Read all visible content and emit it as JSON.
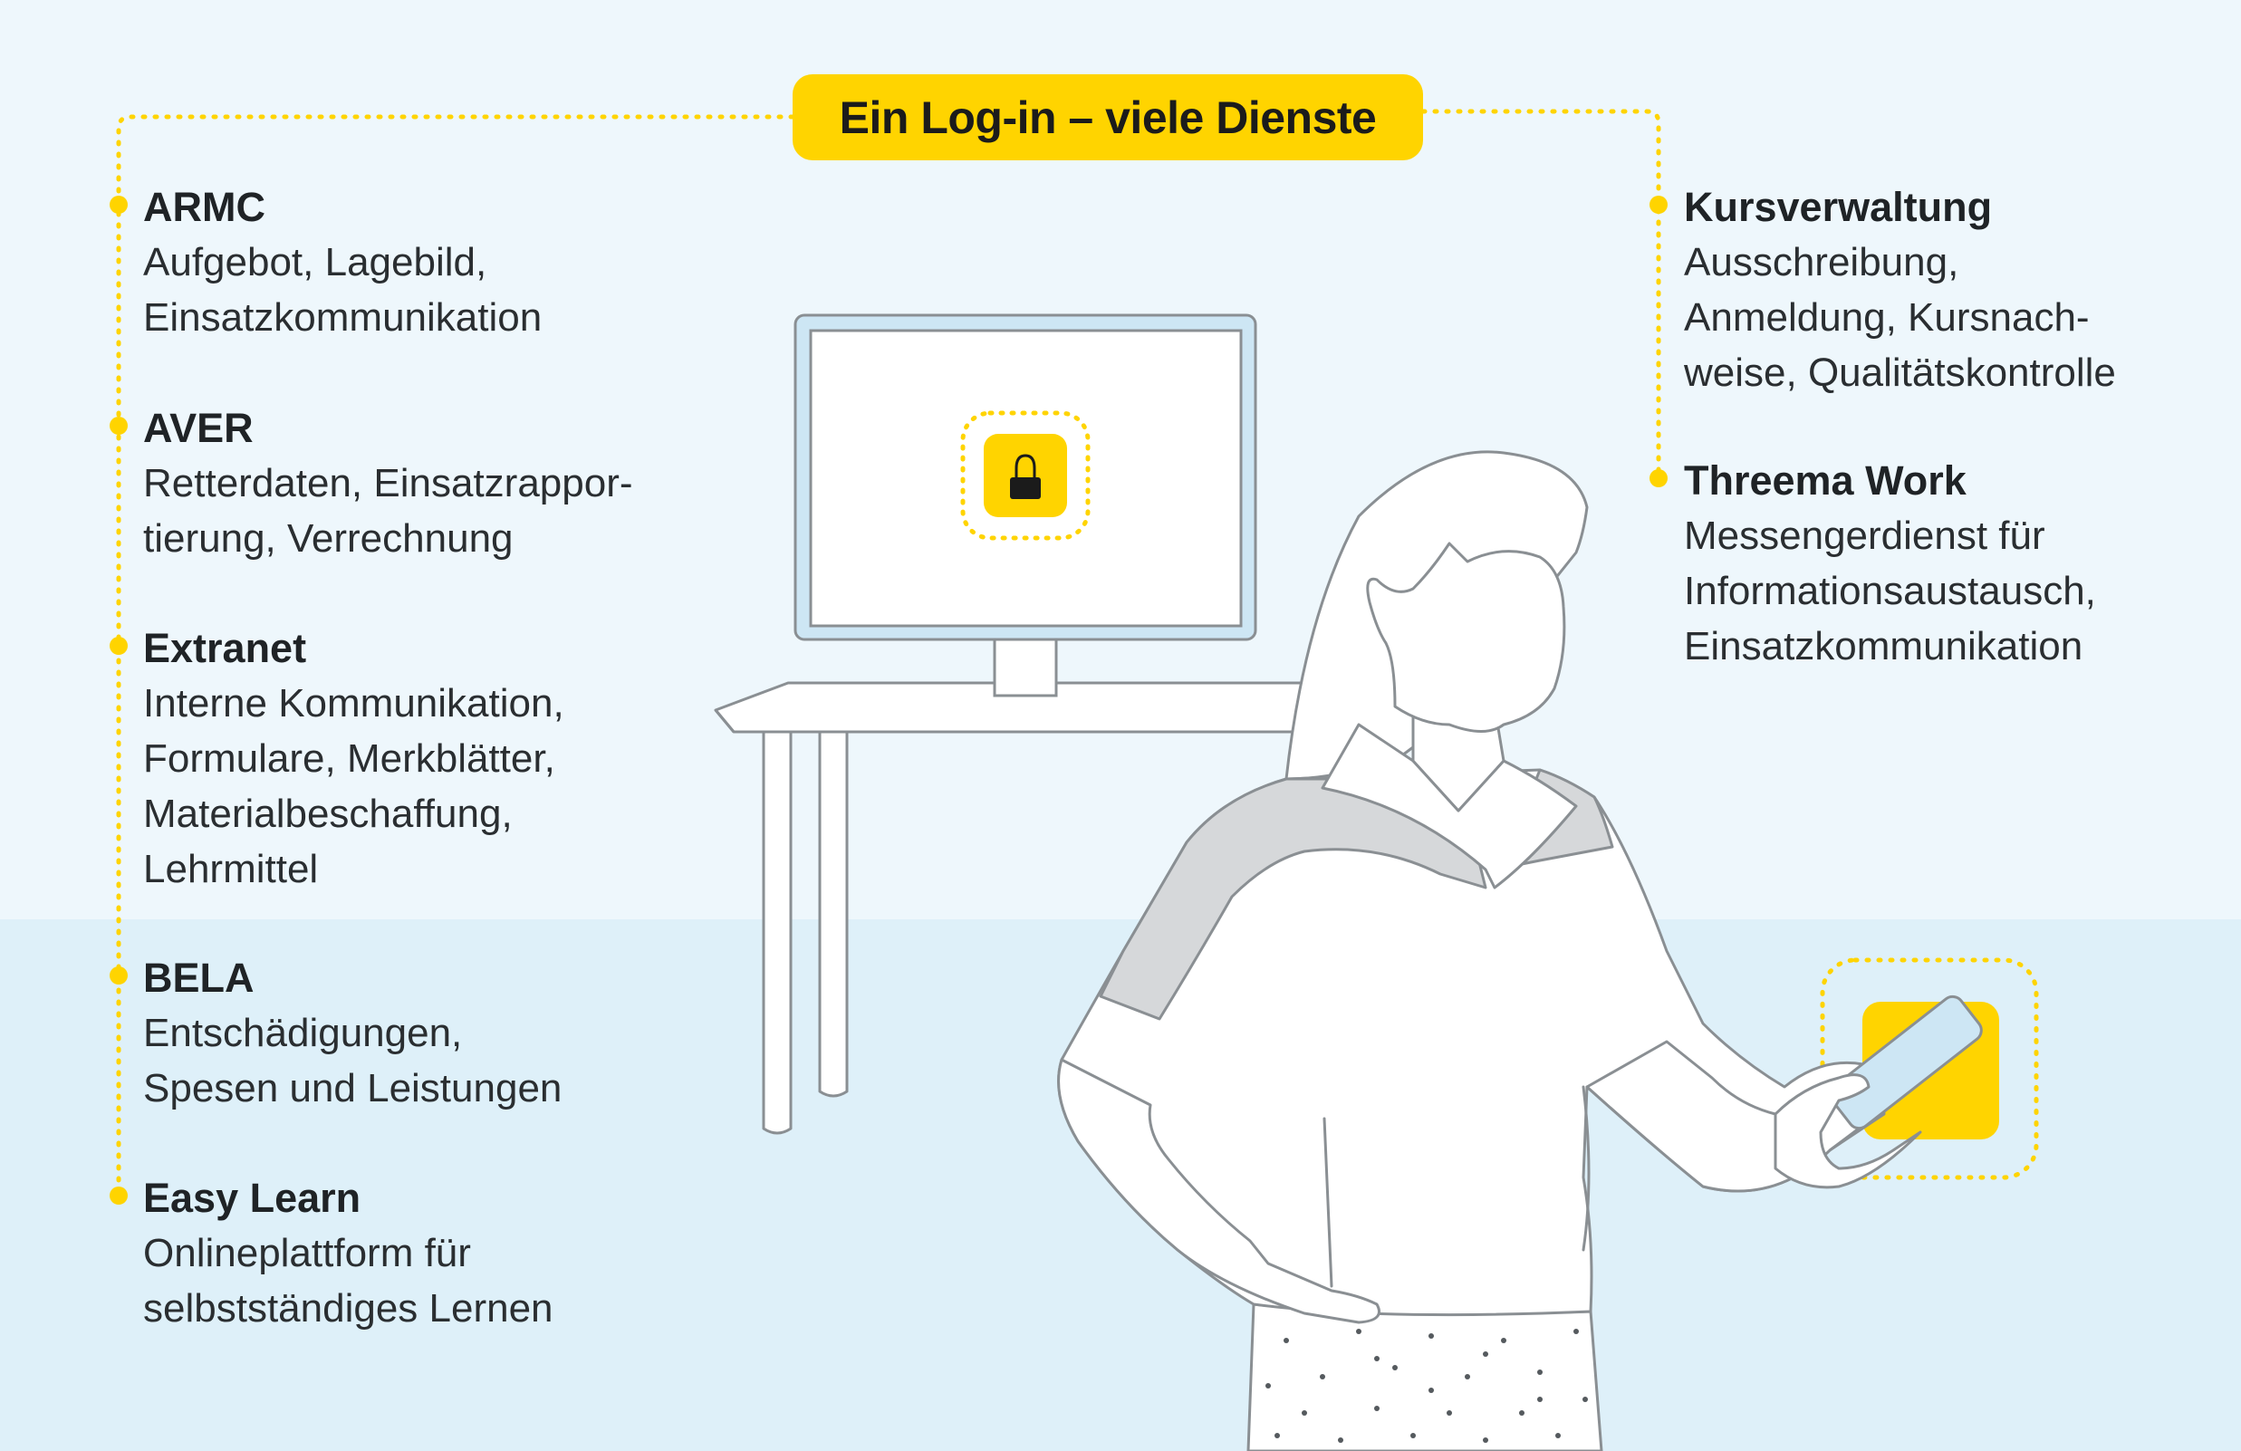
{
  "title": "Ein Log-in – viele Dienste",
  "colors": {
    "accent": "#ffd400",
    "background_top": "#eef7fc",
    "background_bottom": "#def0f9",
    "outline": "#8a8f93",
    "screen_frame": "#cde6f4"
  },
  "icons": {
    "monitor": "lock-icon",
    "phone": "app-icon"
  },
  "left_services": [
    {
      "name": "ARMC",
      "lines": [
        "Aufgebot, Lagebild,",
        "Einsatzkommunikation"
      ]
    },
    {
      "name": "AVER",
      "lines": [
        "Retterdaten, Einsatzrappor-",
        "tierung, Verrechnung"
      ]
    },
    {
      "name": "Extranet",
      "lines": [
        "Interne Kommunikation,",
        "Formulare, Merkblätter,",
        "Materialbeschaffung,",
        "Lehrmittel"
      ]
    },
    {
      "name": "BELA",
      "lines": [
        "Entschädigungen,",
        "Spesen und Leistungen"
      ]
    },
    {
      "name": "Easy Learn",
      "lines": [
        "Onlineplattform für",
        "selbstständiges Lernen"
      ]
    }
  ],
  "right_services": [
    {
      "name": "Kursverwaltung",
      "lines": [
        "Ausschreibung,",
        "Anmeldung, Kursnach-",
        "weise, Qualitätskontrolle"
      ]
    },
    {
      "name": "Threema Work",
      "lines": [
        "Messengerdienst für",
        "Informationsaustausch,",
        "Einsatzkommunikation"
      ]
    }
  ]
}
